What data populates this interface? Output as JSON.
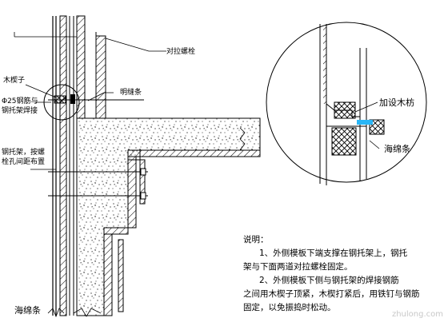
{
  "labels": {
    "wedge": "木楔子",
    "rebar_weld_1": "Φ25钢筋与",
    "rebar_weld_2": "钢托架焊接",
    "bracket_1": "钢托架，按螺",
    "bracket_2": "栓孔间距布置",
    "tie_bolt": "对拉螺栓",
    "seam_strip": "明缝条",
    "sponge_bottom": "海绵条",
    "detail_wood": "加设木枋",
    "detail_sponge": "海绵条"
  },
  "notes": {
    "heading": "说明：",
    "line1": "1、外侧模板下端支撑在钢托架上，钢托",
    "line2": "架与下面两道对拉螺栓固定。",
    "line3": "2、外侧模板下侧与钢托架的焊接钢筋",
    "line4": "之间用木楔子顶紧，木楔打紧后，用铁钉与钢筋",
    "line5": "固定，以免振捣时松动。"
  },
  "watermark": "zhulong.com",
  "colors": {
    "line": "#000000",
    "highlight": "#29b6f6"
  }
}
